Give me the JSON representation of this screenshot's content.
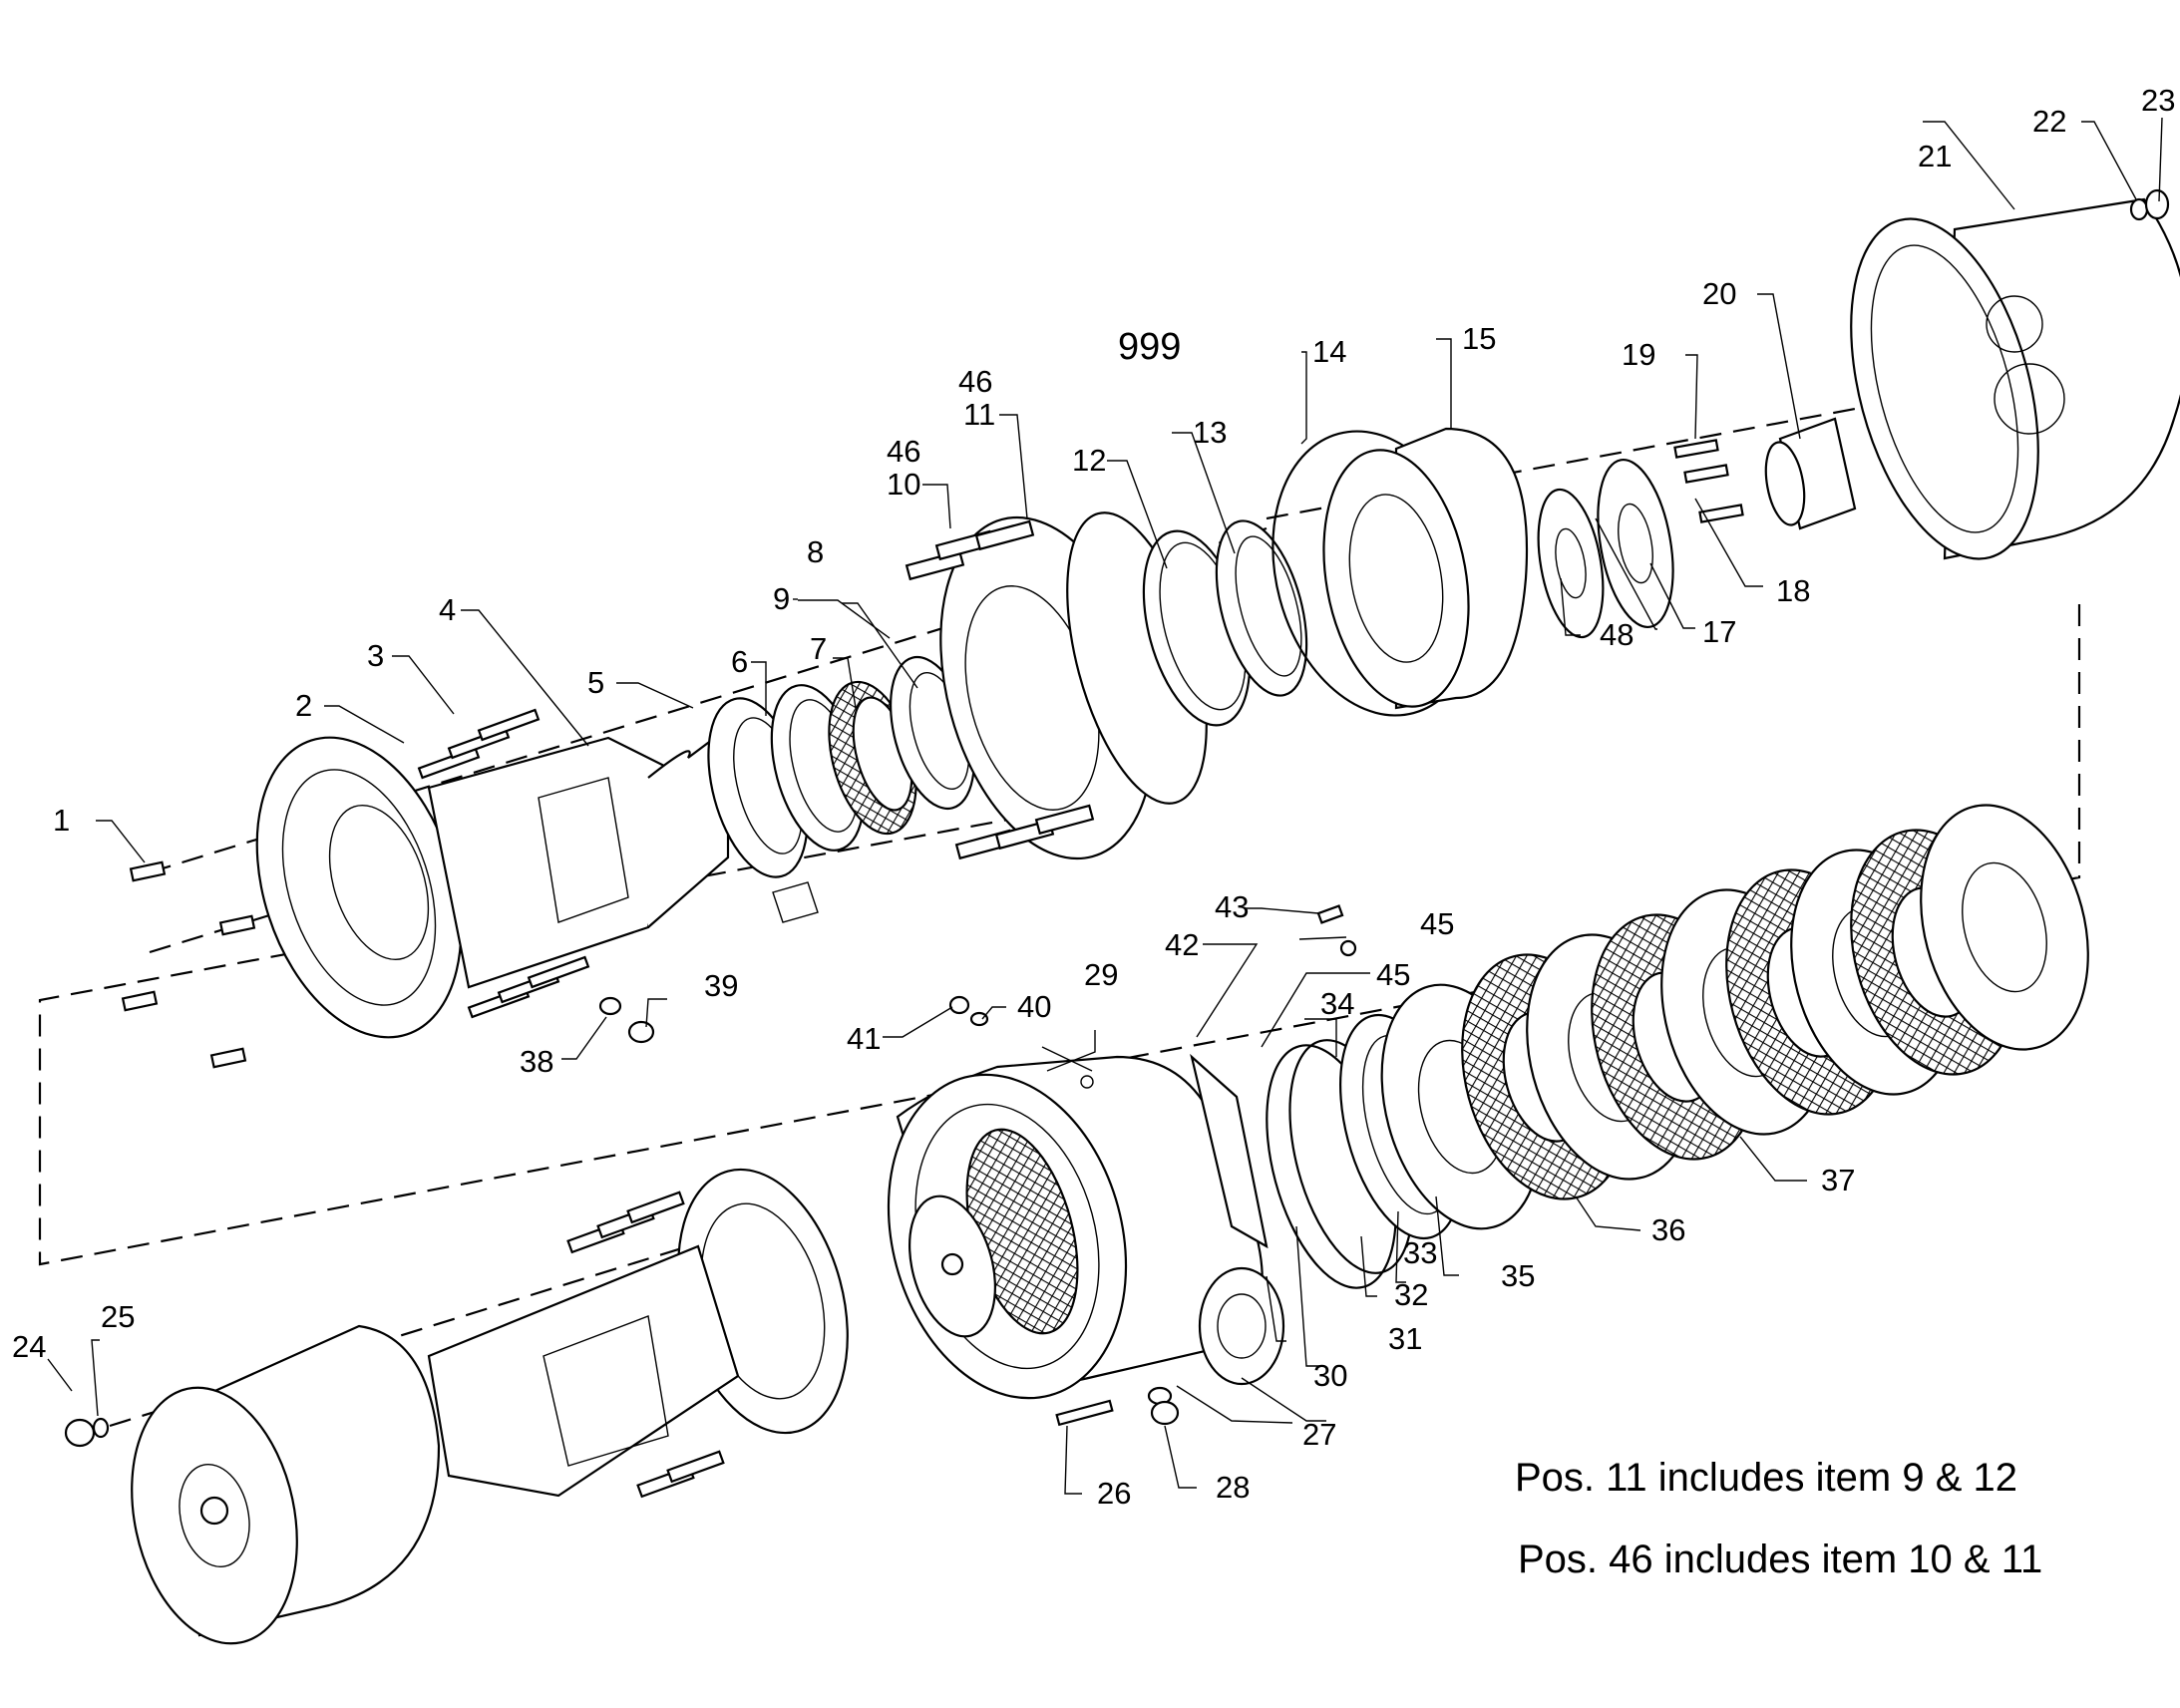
{
  "diagram_title": "999",
  "callouts": [
    "1",
    "2",
    "3",
    "4",
    "5",
    "6",
    "7",
    "8",
    "9",
    "10",
    "11",
    "12",
    "13",
    "14",
    "15",
    "17",
    "18",
    "19",
    "20",
    "21",
    "22",
    "23",
    "24",
    "25",
    "26",
    "27",
    "28",
    "29",
    "30",
    "31",
    "32",
    "33",
    "34",
    "35",
    "36",
    "37",
    "38",
    "39",
    "40",
    "41",
    "42",
    "43",
    "45",
    "46",
    "48"
  ],
  "notes": {
    "note_1": "Pos. 11 includes item 9 & 12",
    "note_2": "Pos. 46 includes item 10 & 11"
  }
}
